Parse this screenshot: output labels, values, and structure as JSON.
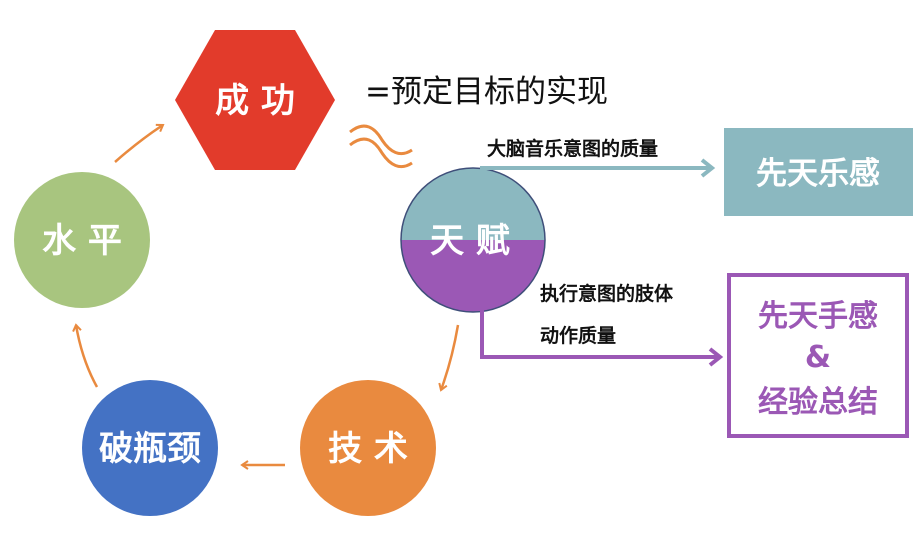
{
  "nodes": {
    "success": "成 功",
    "success_note": "=预定目标的实现",
    "talent": "天 赋",
    "technique": "技 术",
    "bottleneck": "破瓶颈",
    "level": "水 平"
  },
  "talent_branches": {
    "music_label": "大脑音乐意图的质量",
    "music_result": "先天乐感",
    "motor_label_line1": "执行意图的肢体",
    "motor_label_line2": "动作质量",
    "motor_result_line1": "先天手感",
    "motor_result_line2": "&",
    "motor_result_line3": "经验总结"
  },
  "colors": {
    "success": "#e23b2b",
    "talent_top": "#8bb8c0",
    "talent_bottom": "#9b58b5",
    "technique": "#e98a3f",
    "bottleneck": "#4472c4",
    "level": "#a8c57f",
    "arrow": "#e98a3f"
  }
}
